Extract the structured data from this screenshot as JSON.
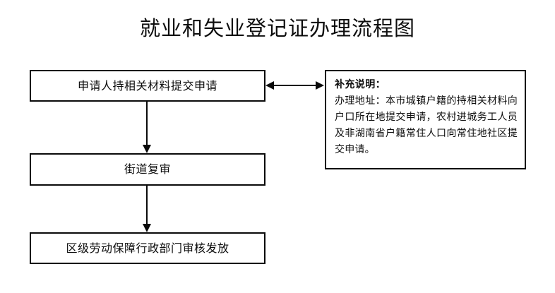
{
  "page": {
    "title": "就业和失业登记证办理流程图",
    "background_color": "#ffffff",
    "line_color": "#0a0a0a",
    "text_color": "#0d0d0d"
  },
  "flow": {
    "steps": [
      {
        "id": "apply",
        "label": "申请人持相关材料提交申请"
      },
      {
        "id": "review",
        "label": "街道复审"
      },
      {
        "id": "issue",
        "label": "区级劳动保障行政部门审核发放"
      }
    ],
    "connectors": [
      {
        "id": "apply-to-review",
        "type": "arrow-down",
        "from": "apply",
        "to": "review"
      },
      {
        "id": "review-to-issue",
        "type": "arrow-down",
        "from": "review",
        "to": "issue"
      },
      {
        "id": "apply-to-note",
        "type": "arrow-double-horizontal",
        "from": "apply",
        "to": "note"
      }
    ]
  },
  "note": {
    "heading": "补充说明：",
    "body": "办理地址：本市城镇户籍的持相关材料向户口所在地提交申请，农村进城务工人员及非湖南省户籍常住人口向常住地社区提交申请。"
  }
}
